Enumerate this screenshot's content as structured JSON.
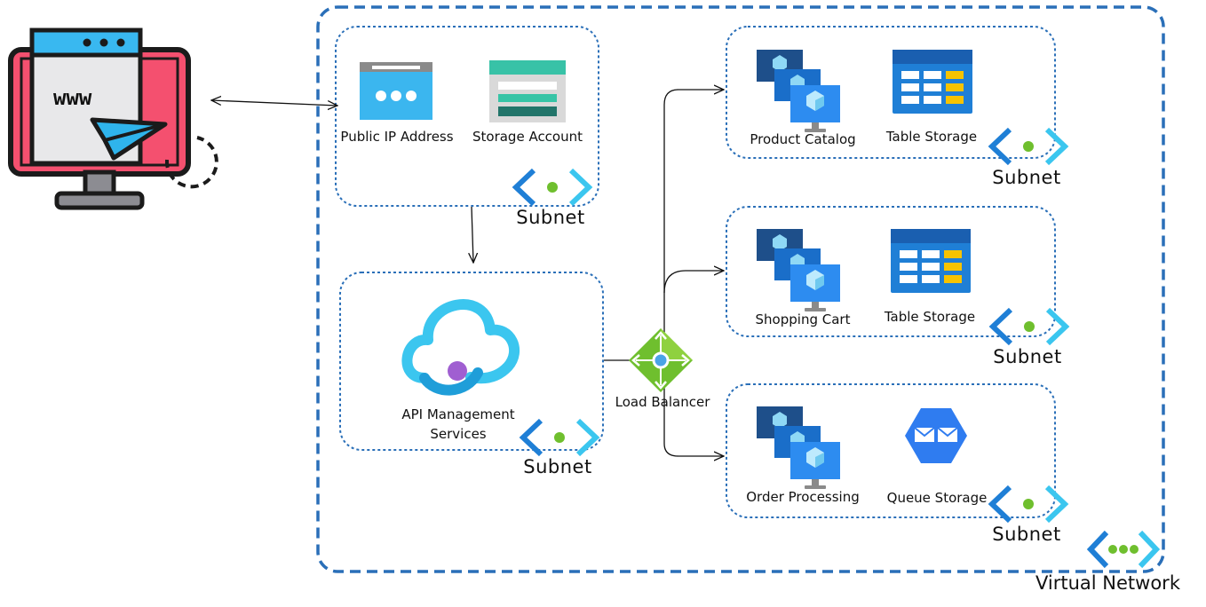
{
  "client": {
    "label": "www",
    "icon": "web-browser-icon"
  },
  "virtual_network": {
    "label": "Virtual Network",
    "icon": "virtual-network-icon"
  },
  "subnet_label": "Subnet",
  "subnets": [
    {
      "id": "edge",
      "label": "Subnet",
      "services": [
        {
          "name": "Public IP Address",
          "icon": "public-ip-icon"
        },
        {
          "name": "Storage Account",
          "icon": "storage-account-icon"
        }
      ]
    },
    {
      "id": "api",
      "label": "Subnet",
      "services": [
        {
          "name": "API Management Services",
          "icon": "api-management-icon"
        }
      ]
    },
    {
      "id": "catalog",
      "label": "Subnet",
      "services": [
        {
          "name": "Product Catalog",
          "icon": "virtual-machines-icon"
        },
        {
          "name": "Table Storage",
          "icon": "table-storage-icon"
        }
      ]
    },
    {
      "id": "cart",
      "label": "Subnet",
      "services": [
        {
          "name": "Shopping Cart",
          "icon": "virtual-machines-icon"
        },
        {
          "name": "Table Storage",
          "icon": "table-storage-icon"
        }
      ]
    },
    {
      "id": "orders",
      "label": "Subnet",
      "services": [
        {
          "name": "Order Processing",
          "icon": "virtual-machines-icon"
        },
        {
          "name": "Queue Storage",
          "icon": "queue-storage-icon"
        }
      ]
    }
  ],
  "load_balancer": {
    "label": "Load Balancer",
    "icon": "load-balancer-icon"
  },
  "colors": {
    "dash_blue": "#2a6fb8",
    "azure_blue": "#1f7fd6",
    "cyan": "#3bc6ef",
    "green": "#6fbf2e",
    "monitor_pink": "#f4506f",
    "browser_bar": "#39b8f0"
  }
}
